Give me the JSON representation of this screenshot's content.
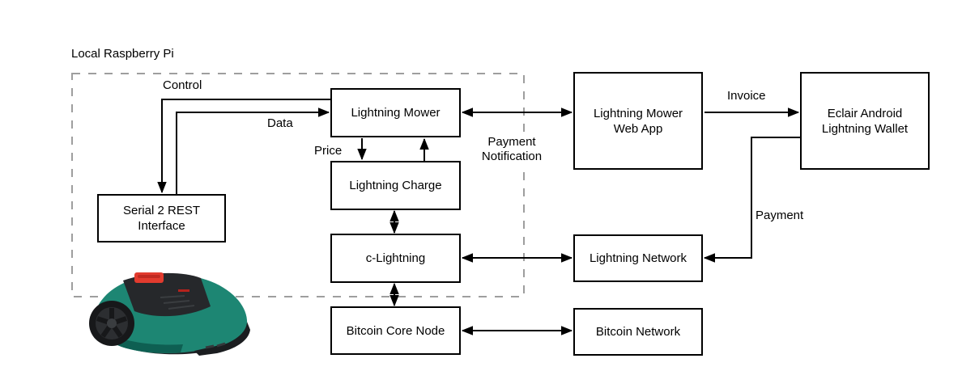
{
  "diagram": {
    "group": {
      "label": "Local Raspberry Pi"
    },
    "nodes": {
      "lightning_mower": {
        "label": "Lightning Mower"
      },
      "lightning_charge": {
        "label": "Lightning Charge"
      },
      "c_lightning": {
        "label": "c-Lightning"
      },
      "bitcoin_core_node": {
        "label": "Bitcoin Core Node"
      },
      "serial_2_rest_interface": {
        "label": "Serial 2 REST\nInterface"
      },
      "lightning_mower_web_app": {
        "label": "Lightning Mower\nWeb App"
      },
      "eclair_android_lightning_wallet": {
        "label": "Eclair Android\nLightning Wallet"
      },
      "lightning_network": {
        "label": "Lightning Network"
      },
      "bitcoin_network": {
        "label": "Bitcoin Network"
      }
    },
    "edges": {
      "control": {
        "label": "Control"
      },
      "data": {
        "label": "Data"
      },
      "price": {
        "label": "Price"
      },
      "payment_notification": {
        "label": "Payment\nNotification"
      },
      "invoice": {
        "label": "Invoice"
      },
      "payment": {
        "label": "Payment"
      }
    },
    "colors": {
      "box_border": "#000000",
      "box_fill": "#ffffff",
      "dashed_border": "#9e9e9e",
      "arrow": "#000000",
      "mower_body_teal": "#1d8673",
      "mower_body_dark_teal": "#0e5f52",
      "mower_chassis": "#202326",
      "mower_button_red": "#e23b2e"
    },
    "mower_image": {
      "alt": "robotic-lawn-mower-photo"
    }
  }
}
